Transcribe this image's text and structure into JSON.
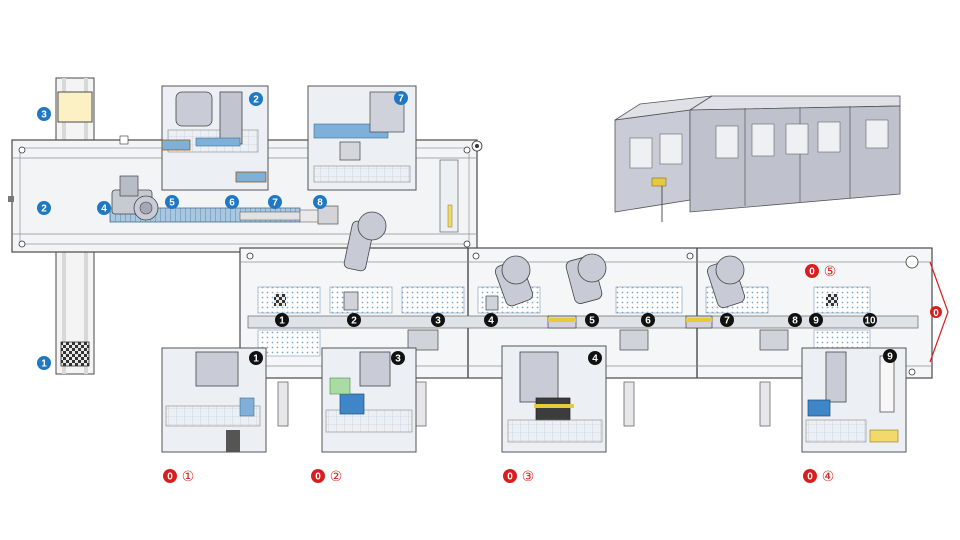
{
  "title": "",
  "colors": {
    "blue_badge": "#1f78c1",
    "black_badge": "#111111",
    "red_badge": "#d81e1e",
    "frame_line": "#4a4a4a",
    "frame_fill": "#eef0f2",
    "conveyor": "#8fb6d6",
    "machine_body": "#c9ccd6",
    "machine_panel": "#b3b6c2"
  },
  "badges": {
    "blue": {
      "b1": "1",
      "b2": "2",
      "b3": "3",
      "b4": "4",
      "b5": "5",
      "b6": "6",
      "b7": "7",
      "b8": "8",
      "i2": "2",
      "i7": "7"
    },
    "black": {
      "s1": "1",
      "s2": "2",
      "s3": "3",
      "s4": "4",
      "s5": "5",
      "s6": "6",
      "s7": "7",
      "s8": "8",
      "s9": "9",
      "s10": "10",
      "d1": "1",
      "d3": "3",
      "d4": "4",
      "d9": "9"
    },
    "red": {
      "c1": {
        "zero": "0",
        "num": "①"
      },
      "c2": {
        "zero": "0",
        "num": "②"
      },
      "c3": {
        "zero": "0",
        "num": "③"
      },
      "c4": {
        "zero": "0",
        "num": "④"
      },
      "c5": {
        "zero": "0",
        "num": "⑤"
      }
    },
    "arrow": {
      "zero": "0"
    }
  }
}
